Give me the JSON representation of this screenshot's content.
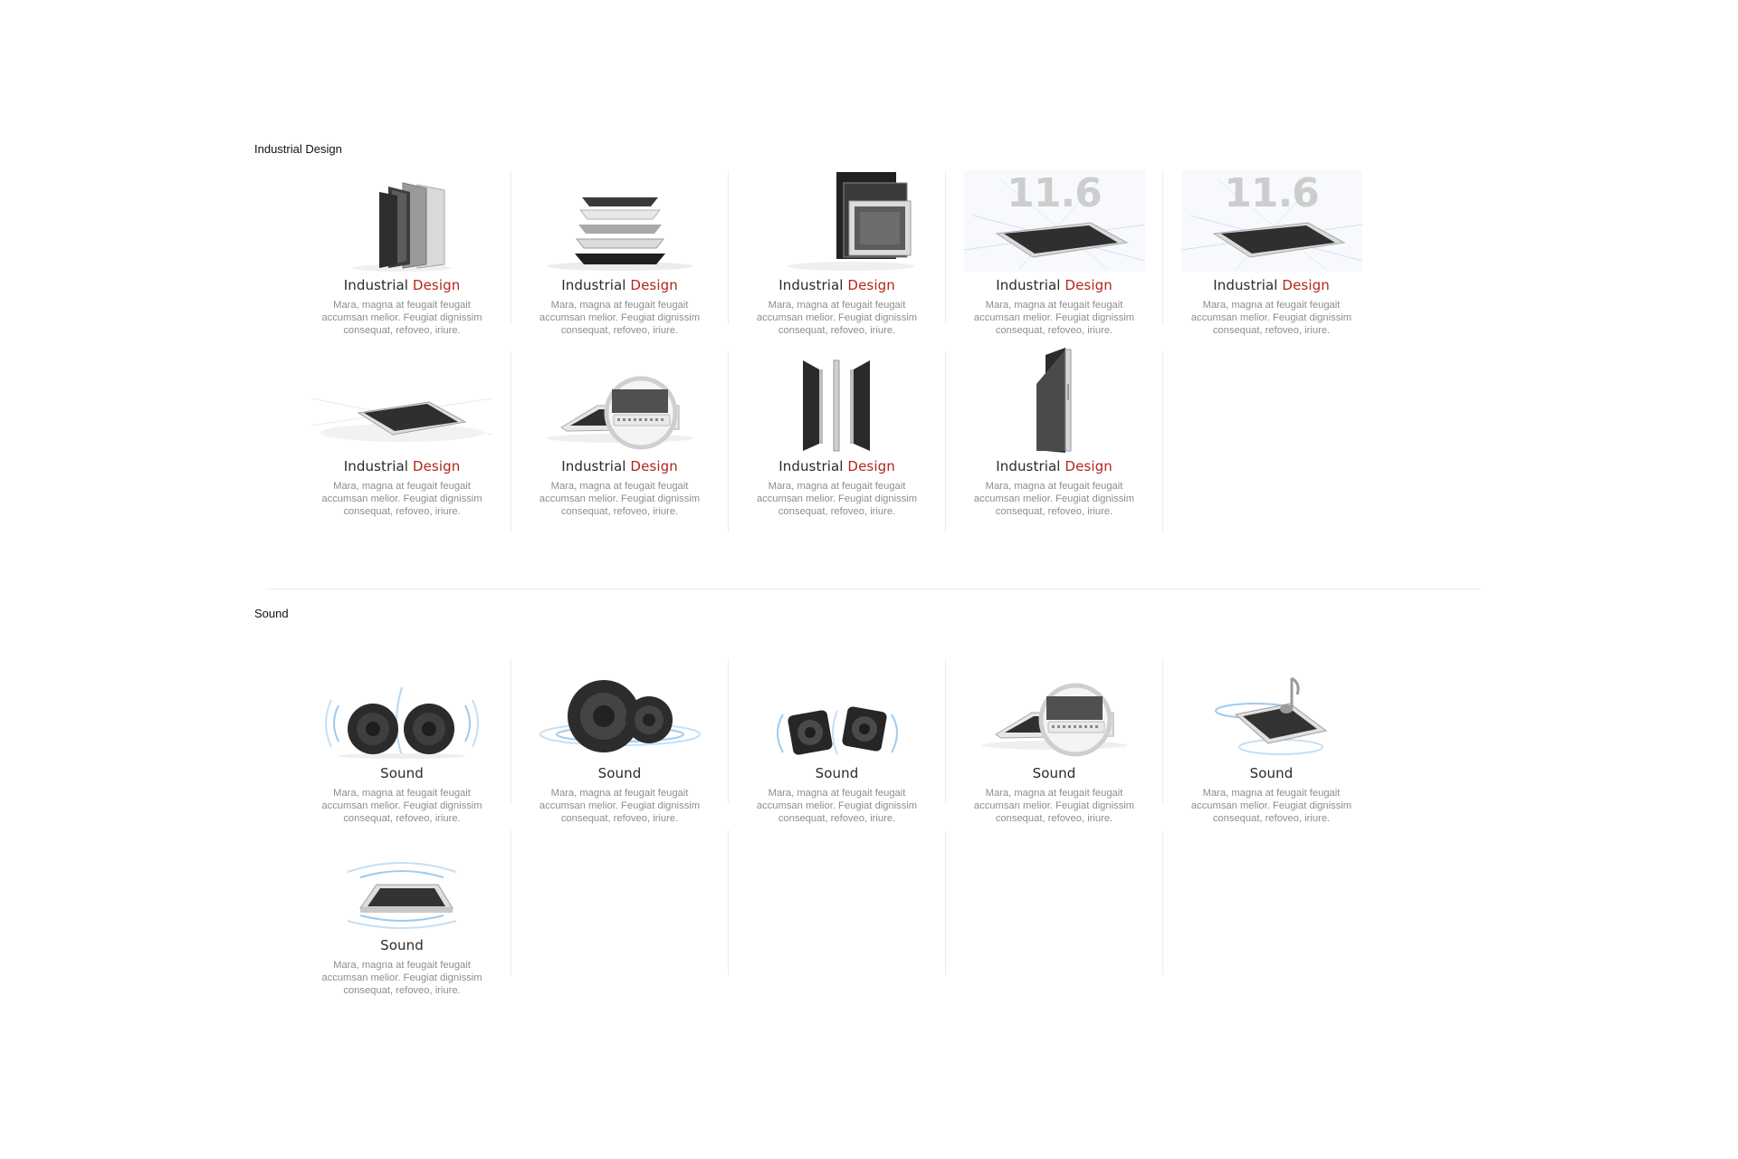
{
  "sections": [
    {
      "title": "Industrial Design",
      "cards": [
        {
          "icon": "tablet-layers-upright-icon",
          "title_a": "Industrial",
          "title_b": "Design",
          "desc": "Mara, magna at feugait feugait accumsan melior. Feugiat dignissim consequat, refoveo, iriure."
        },
        {
          "icon": "tablet-exploded-flat-icon",
          "title_a": "Industrial",
          "title_b": "Design",
          "desc": "Mara, magna at feugait feugait accumsan melior. Feugiat dignissim consequat, refoveo, iriure."
        },
        {
          "icon": "tablet-exploded-front-icon",
          "title_a": "Industrial",
          "title_b": "Design",
          "desc": "Mara, magna at feugait feugait accumsan melior. Feugiat dignissim consequat, refoveo, iriure."
        },
        {
          "icon": "tablet-size-blueprint-icon",
          "overlay": "11.6",
          "title_a": "Industrial",
          "title_b": "Design",
          "desc": "Mara, magna at feugait feugait accumsan melior. Feugiat dignissim consequat, refoveo, iriure."
        },
        {
          "icon": "tablet-size-blueprint-icon",
          "overlay": "11.6",
          "title_a": "Industrial",
          "title_b": "Design",
          "desc": "Mara, magna at feugait feugait accumsan melior. Feugiat dignissim consequat, refoveo, iriure."
        },
        {
          "icon": "tablet-flat-blueprint-icon",
          "title_a": "Industrial",
          "title_b": "Design",
          "desc": "Mara, magna at feugait feugait accumsan melior. Feugiat dignissim consequat, refoveo, iriure."
        },
        {
          "icon": "tablet-port-magnifier-icon",
          "title_a": "Industrial",
          "title_b": "Design",
          "desc": "Mara, magna at feugait feugait accumsan melior. Feugiat dignissim consequat, refoveo, iriure."
        },
        {
          "icon": "tablet-side-profiles-icon",
          "title_a": "Industrial",
          "title_b": "Design",
          "desc": "Mara, magna at feugait feugait accumsan melior. Feugiat dignissim consequat, refoveo, iriure."
        },
        {
          "icon": "tablet-side-thin-icon",
          "title_a": "Industrial",
          "title_b": "Design",
          "desc": "Mara, magna at feugait feugait accumsan melior. Feugiat dignissim consequat, refoveo, iriure."
        }
      ]
    },
    {
      "title": "Sound",
      "cards": [
        {
          "icon": "speakers-pair-waves-icon",
          "title_a": "Sound",
          "desc": "Mara, magna at feugait feugait accumsan melior. Feugiat dignissim consequat, refoveo, iriure."
        },
        {
          "icon": "speakers-pair-front-icon",
          "title_a": "Sound",
          "desc": "Mara, magna at feugait feugait accumsan melior. Feugiat dignissim consequat, refoveo, iriure."
        },
        {
          "icon": "speaker-drivers-square-icon",
          "title_a": "Sound",
          "desc": "Mara, magna at feugait feugait accumsan melior. Feugiat dignissim consequat, refoveo, iriure."
        },
        {
          "icon": "tablet-port-magnifier-icon",
          "title_a": "Sound",
          "desc": "Mara, magna at feugait feugait accumsan melior. Feugiat dignissim consequat, refoveo, iriure."
        },
        {
          "icon": "tablet-music-note-icon",
          "title_a": "Sound",
          "desc": "Mara, magna at feugait feugait accumsan melior. Feugiat dignissim consequat, refoveo, iriure."
        },
        {
          "icon": "tablet-sound-waves-icon",
          "title_a": "Sound",
          "desc": "Mara, magna at feugait feugait accumsan melior. Feugiat dignissim consequat, refoveo, iriure."
        }
      ]
    }
  ],
  "colors": {
    "accent": "#b3261e",
    "title": "#2a2a2a",
    "desc": "#8d8d8d",
    "divider": "#ececec",
    "wave": "#9ecbef"
  }
}
